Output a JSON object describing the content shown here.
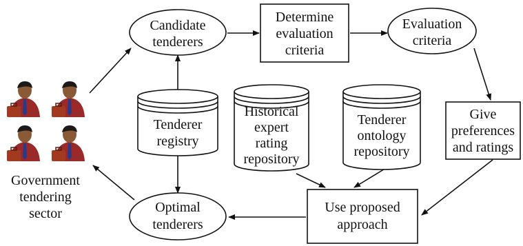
{
  "diagram": {
    "nodes": {
      "candidate_tenderers": {
        "lines": [
          "Candidate",
          "tenderers"
        ]
      },
      "determine_criteria": {
        "lines": [
          "Determine",
          "evaluation",
          "criteria"
        ]
      },
      "evaluation_criteria": {
        "lines": [
          "Evaluation",
          "criteria"
        ]
      },
      "give_preferences": {
        "lines": [
          "Give",
          "preferences",
          "and ratings"
        ]
      },
      "use_approach": {
        "lines": [
          "Use proposed",
          "approach"
        ]
      },
      "optimal_tenderers": {
        "lines": [
          "Optimal",
          "tenderers"
        ]
      },
      "tenderer_registry": {
        "lines": [
          "Tenderer",
          "registry"
        ]
      },
      "historical_repository": {
        "lines": [
          "Historical",
          "expert",
          "rating",
          "repository"
        ]
      },
      "ontology_repository": {
        "lines": [
          "Tenderer",
          "ontology",
          "repository"
        ]
      },
      "government_sector": {
        "lines": [
          "Government",
          "tendering",
          "sector"
        ]
      }
    },
    "colors": {
      "person_suit": "#9a2a2a",
      "person_skin": "#8a5a36",
      "person_hair": "#1a1a1a",
      "briefcase": "#a33a1f",
      "tie": "#2a3a8a"
    }
  }
}
